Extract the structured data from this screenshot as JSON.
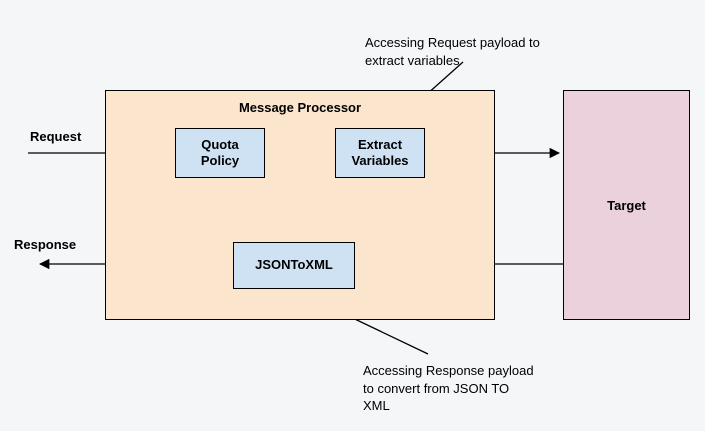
{
  "diagram": {
    "nodes": {
      "message_processor": {
        "label": "Message Processor"
      },
      "quota_policy": {
        "label": "Quota Policy"
      },
      "extract_variables": {
        "label": "Extract Variables"
      },
      "json_to_xml": {
        "label": "JSONToXML"
      },
      "target": {
        "label": "Target"
      }
    },
    "edge_labels": {
      "request": "Request",
      "response": "Response"
    },
    "annotations": {
      "top": "Accessing Request payload to extract variables",
      "bottom": "Accessing Response payload to convert from JSON TO XML"
    },
    "colors": {
      "message_processor_fill": "#fce5cd",
      "policy_node_fill": "#cfe2f3",
      "target_fill": "#ead1dc",
      "line": "#000000",
      "background": "#f5f6f7"
    }
  }
}
